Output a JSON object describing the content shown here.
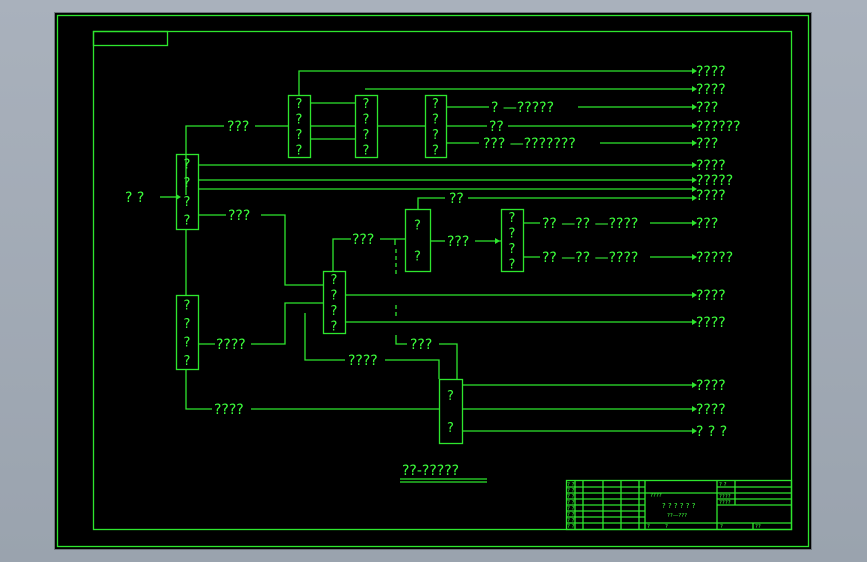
{
  "diagram": {
    "input_label": "? ?",
    "title": "??-?????",
    "nodes": [
      {
        "id": "hub",
        "glyphs": [
          "?",
          "?",
          "?",
          "?"
        ]
      },
      {
        "id": "a1",
        "glyphs": [
          "?",
          "?",
          "?",
          "?"
        ]
      },
      {
        "id": "a2",
        "glyphs": [
          "?",
          "?",
          "?",
          "?"
        ]
      },
      {
        "id": "a3",
        "glyphs": [
          "?",
          "?",
          "?",
          "?"
        ]
      },
      {
        "id": "b",
        "glyphs": [
          "?",
          "?",
          "?",
          "?"
        ]
      },
      {
        "id": "c",
        "glyphs": [
          "?",
          "?",
          "?",
          "?"
        ]
      },
      {
        "id": "d",
        "glyphs": [
          "?",
          "?"
        ]
      },
      {
        "id": "e",
        "glyphs": [
          "?",
          "?",
          "?",
          "?"
        ]
      },
      {
        "id": "f",
        "glyphs": [
          "?",
          "?"
        ]
      }
    ],
    "edge_labels": [
      {
        "id": "hub-a1",
        "text": "???"
      },
      {
        "id": "hub-c",
        "text": "???"
      },
      {
        "id": "b-c",
        "text": "????"
      },
      {
        "id": "b-f",
        "text": "????"
      },
      {
        "id": "c-d",
        "text": "???"
      },
      {
        "id": "d-e",
        "text": "???"
      },
      {
        "id": "d-up",
        "text": "??"
      },
      {
        "id": "c-f",
        "text": "????"
      },
      {
        "id": "f-in",
        "text": "???"
      }
    ],
    "branch_labels": [
      {
        "id": "a3-o3",
        "text": "? —?????"
      },
      {
        "id": "a3-o4",
        "text": "??"
      },
      {
        "id": "a3-o5",
        "text": "??? —???????"
      },
      {
        "id": "e-o1",
        "text": "?? —?? —????"
      },
      {
        "id": "e-o2",
        "text": "?? —?? —????"
      }
    ],
    "outputs": [
      "????",
      "????",
      "???",
      "??????",
      "???",
      "????",
      "?????",
      "????",
      "???",
      "?????",
      "????",
      "????",
      "????",
      "????",
      "? ? ?"
    ]
  },
  "title_block": {
    "left_cells": [
      "? ?",
      "? ?",
      "? ?",
      "? ?",
      "? ?",
      "? ?",
      "? ?",
      "? ?"
    ],
    "drawing_name": "? ? ? ? ? ?",
    "drawing_sub": "??—???",
    "code": "????",
    "right_cells": [
      "? ?",
      "????",
      "????"
    ],
    "bottom": [
      "?",
      "?",
      "?",
      "??"
    ]
  }
}
